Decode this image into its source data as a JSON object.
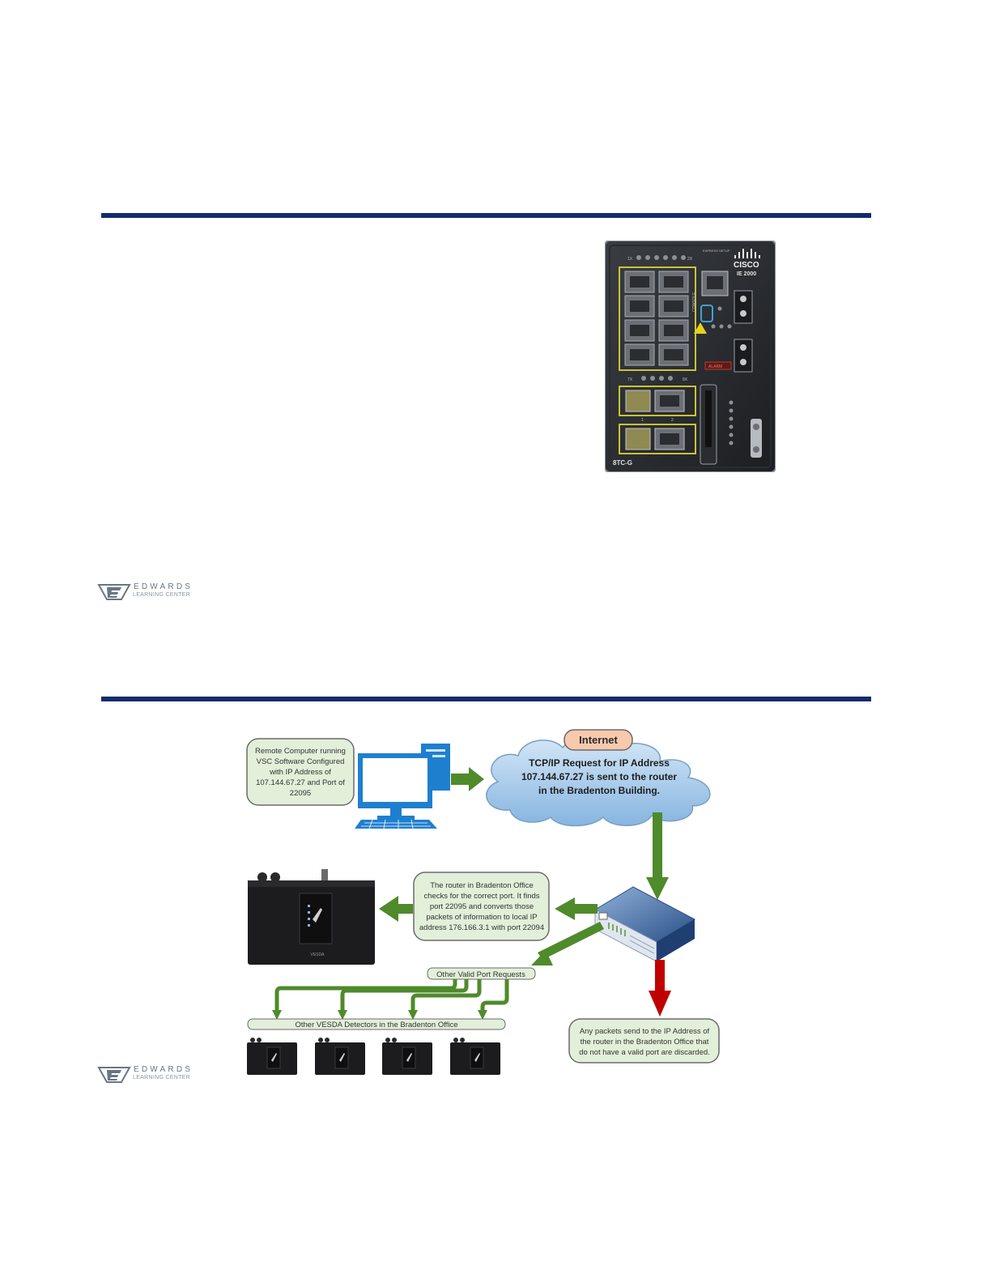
{
  "slide1": {
    "switch": {
      "brand": "CISCO",
      "model": "IE 2000",
      "variant": "8TC-G",
      "console_label": "CONSOLE",
      "alarm_label": "ALARM",
      "express_setup_label": "EXPRESS SETUP",
      "port_labels": [
        "1X",
        "2X",
        "7X",
        "8X",
        "1",
        "2"
      ]
    },
    "logo": {
      "name": "EDWARDS",
      "subtitle": "LEARNING CENTER"
    }
  },
  "slide2": {
    "diagram": {
      "internet_badge": "Internet",
      "remote_computer_note": [
        "Remote Computer running",
        "VSC Software Configured",
        "with IP Address of",
        "107.144.67.27 and Port of",
        "22095"
      ],
      "cloud_text": [
        "TCP/IP Request for IP Address",
        "107.144.67.27 is sent to the router",
        "in the Bradenton Building."
      ],
      "router_note": [
        "The router in Bradenton Office",
        "checks for the correct port. It finds",
        "port 22095 and converts those",
        "packets of information to local IP",
        "address 176.166.3.1 with port 22094"
      ],
      "vesda_label": "VESDA",
      "other_ports_label": "Other Valid Port Requests",
      "other_detectors_label": "Other VESDA Detectors in the Bradenton Office",
      "discard_note": [
        "Any packets send to the IP Address of",
        "the router in the Bradenton Office that",
        "do not have a valid port are discarded."
      ],
      "colors": {
        "green_arrow": "#4f8a2b",
        "red_arrow": "#c00000",
        "note_fill": "#e2efd9",
        "note_border": "#6b6b6b",
        "badge_fill": "#f7c9ad",
        "cloud_fill": "#9cc3e5"
      }
    },
    "logo": {
      "name": "EDWARDS",
      "subtitle": "LEARNING CENTER"
    }
  }
}
